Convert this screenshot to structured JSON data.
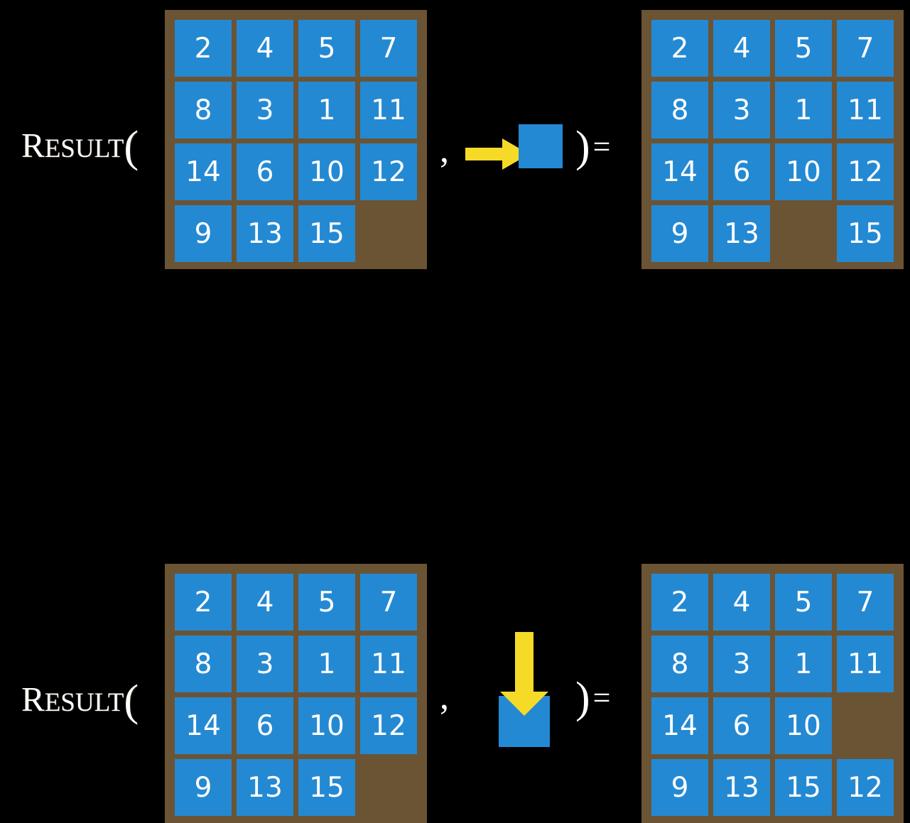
{
  "background_color": "#000000",
  "colors": {
    "board": "#6B5434",
    "tile": "#2489D3",
    "tile_text": "#FFFFFF",
    "arrow": "#F5DB28",
    "text": "#FFFFFF"
  },
  "labels": {
    "result_cap": "R",
    "result_rest": "ESULT",
    "open_paren": "(",
    "comma": ",",
    "close_paren": ")",
    "equals": "="
  },
  "puzzle": {
    "rows": 4,
    "cols": 4,
    "blank_symbol": ""
  },
  "rows": [
    {
      "name": "move-right",
      "input_board": {
        "name": "input-board-row-1",
        "cells": [
          [
            "2",
            "4",
            "5",
            "7"
          ],
          [
            "8",
            "3",
            "1",
            "11"
          ],
          [
            "14",
            "6",
            "10",
            "12"
          ],
          [
            "9",
            "13",
            "15",
            ""
          ]
        ]
      },
      "action": {
        "name": "slide-right-action",
        "direction": "right",
        "arrow_icon": "arrow-right-icon",
        "tile_icon": "blank-tile-icon"
      },
      "output_board": {
        "name": "output-board-row-1",
        "cells": [
          [
            "2",
            "4",
            "5",
            "7"
          ],
          [
            "8",
            "3",
            "1",
            "11"
          ],
          [
            "14",
            "6",
            "10",
            "12"
          ],
          [
            "9",
            "13",
            "",
            "15"
          ]
        ]
      }
    },
    {
      "name": "move-down",
      "input_board": {
        "name": "input-board-row-2",
        "cells": [
          [
            "2",
            "4",
            "5",
            "7"
          ],
          [
            "8",
            "3",
            "1",
            "11"
          ],
          [
            "14",
            "6",
            "10",
            "12"
          ],
          [
            "9",
            "13",
            "15",
            ""
          ]
        ]
      },
      "action": {
        "name": "slide-down-action",
        "direction": "down",
        "arrow_icon": "arrow-down-icon",
        "tile_icon": "blank-tile-icon"
      },
      "output_board": {
        "name": "output-board-row-2",
        "cells": [
          [
            "2",
            "4",
            "5",
            "7"
          ],
          [
            "8",
            "3",
            "1",
            "11"
          ],
          [
            "14",
            "6",
            "10",
            ""
          ],
          [
            "9",
            "13",
            "15",
            "12"
          ]
        ]
      }
    }
  ]
}
